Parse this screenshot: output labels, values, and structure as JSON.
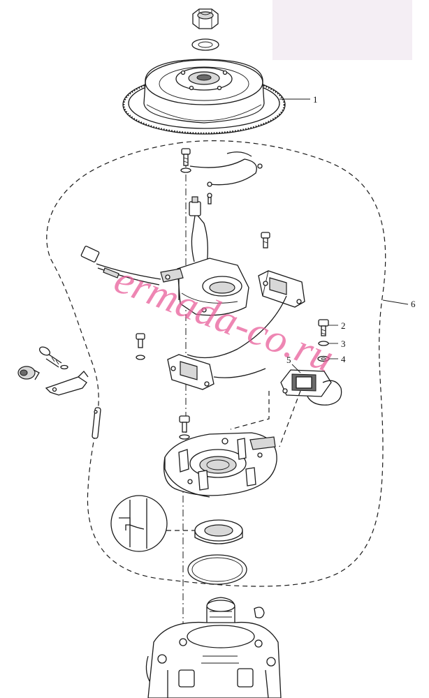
{
  "callouts": [
    {
      "number": "1"
    },
    {
      "number": "2"
    },
    {
      "number": "3"
    },
    {
      "number": "4"
    },
    {
      "number": "5"
    },
    {
      "number": "6"
    }
  ],
  "watermark": {
    "text": "ermada-co.ru"
  },
  "colors": {
    "line": "#1a1a1a",
    "watermark": "#e85d9a",
    "background": "#ffffff"
  }
}
